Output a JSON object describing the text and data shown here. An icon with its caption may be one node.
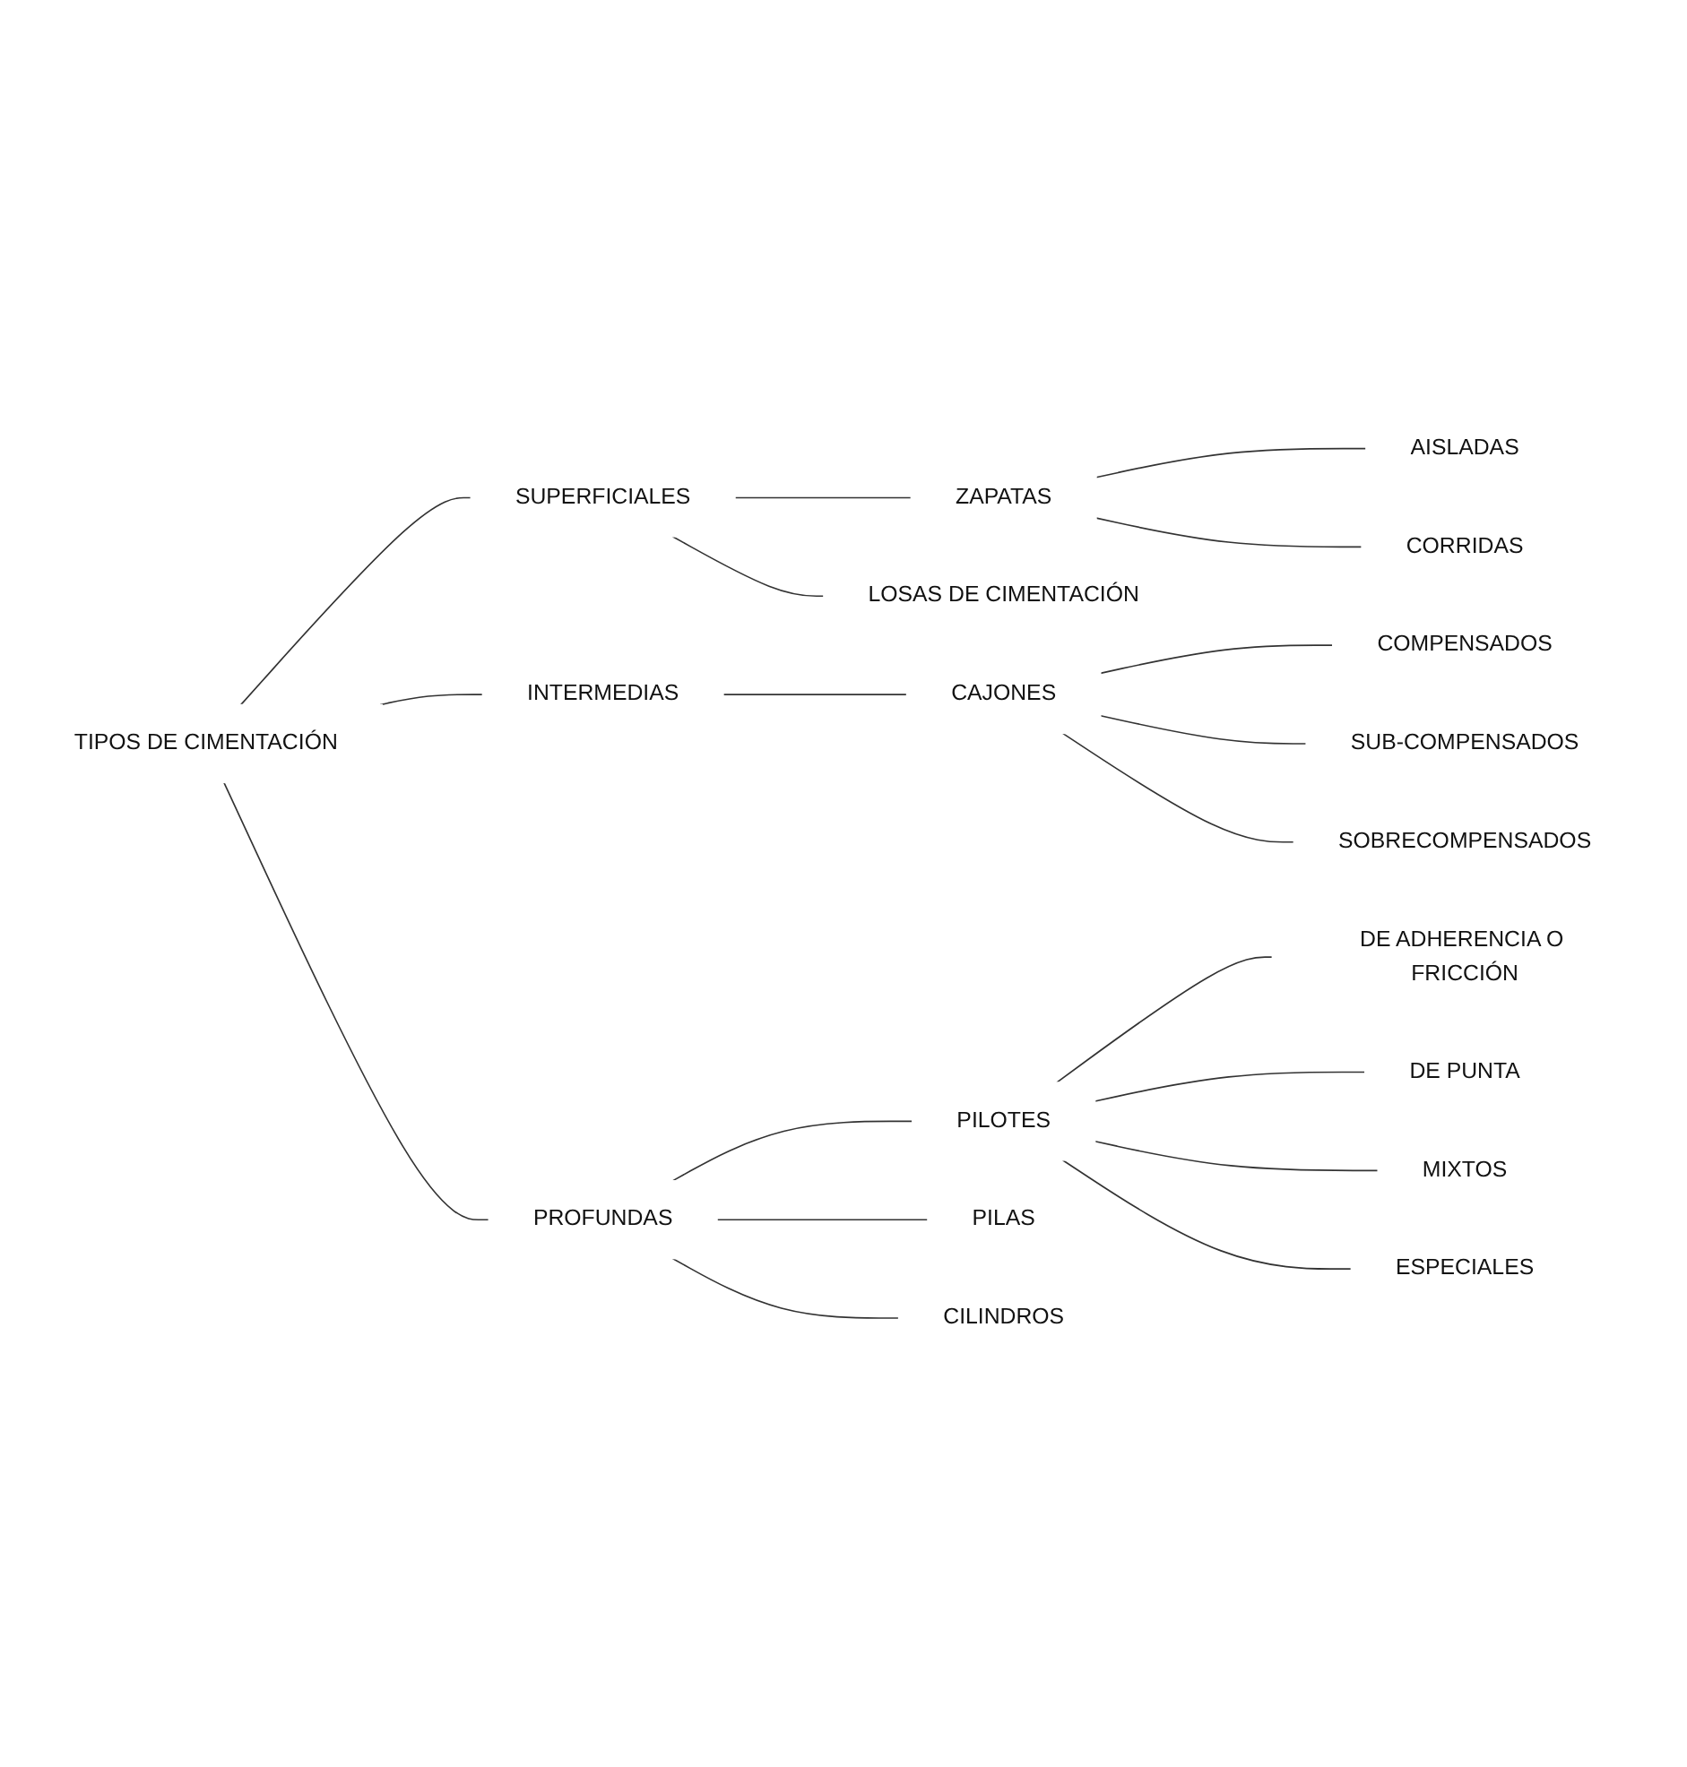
{
  "diagram": {
    "nodes": [
      {
        "text": [
          "TIPOS DE CIMENTACIÓN"
        ]
      },
      {
        "text": [
          "SUPERFICIALES"
        ]
      },
      {
        "text": [
          "ZAPATAS"
        ]
      },
      {
        "text": [
          "AISLADAS"
        ]
      },
      {
        "text": [
          "CORRIDAS"
        ]
      },
      {
        "text": [
          "LOSAS DE CIMENTACIÓN"
        ]
      },
      {
        "text": [
          "INTERMEDIAS"
        ]
      },
      {
        "text": [
          "CAJONES"
        ]
      },
      {
        "text": [
          "COMPENSADOS"
        ]
      },
      {
        "text": [
          "SUB-COMPENSADOS"
        ]
      },
      {
        "text": [
          "SOBRECOMPENSADOS"
        ]
      },
      {
        "text": [
          "PROFUNDAS"
        ]
      },
      {
        "text": [
          "PILOTES"
        ]
      },
      {
        "text": [
          "DE ADHERENCIA O FRICCIÓN"
        ]
      },
      {
        "text": [
          "DE PUNTA"
        ]
      },
      {
        "text": [
          "MIXTOS"
        ]
      },
      {
        "text": [
          "ESPECIALES"
        ]
      },
      {
        "text": [
          "PILAS"
        ]
      },
      {
        "text": [
          "CILINDROS"
        ]
      }
    ],
    "edges": [
      {
        "from": 0,
        "to": 1,
        "arrow": "none"
      },
      {
        "from": 1,
        "to": 2,
        "arrow": "none"
      },
      {
        "from": 2,
        "to": 3,
        "arrow": "none"
      },
      {
        "from": 2,
        "to": 4,
        "arrow": "none"
      },
      {
        "from": 1,
        "to": 5,
        "arrow": "none"
      },
      {
        "from": 0,
        "to": 6,
        "arrow": "none"
      },
      {
        "from": 6,
        "to": 7,
        "arrow": "none"
      },
      {
        "from": 7,
        "to": 8,
        "arrow": "none"
      },
      {
        "from": 7,
        "to": 9,
        "arrow": "none"
      },
      {
        "from": 7,
        "to": 10,
        "arrow": "none"
      },
      {
        "from": 0,
        "to": 11,
        "arrow": "none"
      },
      {
        "from": 11,
        "to": 12,
        "arrow": "none"
      },
      {
        "from": 12,
        "to": 13,
        "arrow": "none"
      },
      {
        "from": 12,
        "to": 14,
        "arrow": "none"
      },
      {
        "from": 12,
        "to": 15,
        "arrow": "none"
      },
      {
        "from": 12,
        "to": 16,
        "arrow": "none"
      },
      {
        "from": 11,
        "to": 17,
        "arrow": "none"
      },
      {
        "from": 11,
        "to": 18,
        "arrow": "none"
      }
    ]
  }
}
